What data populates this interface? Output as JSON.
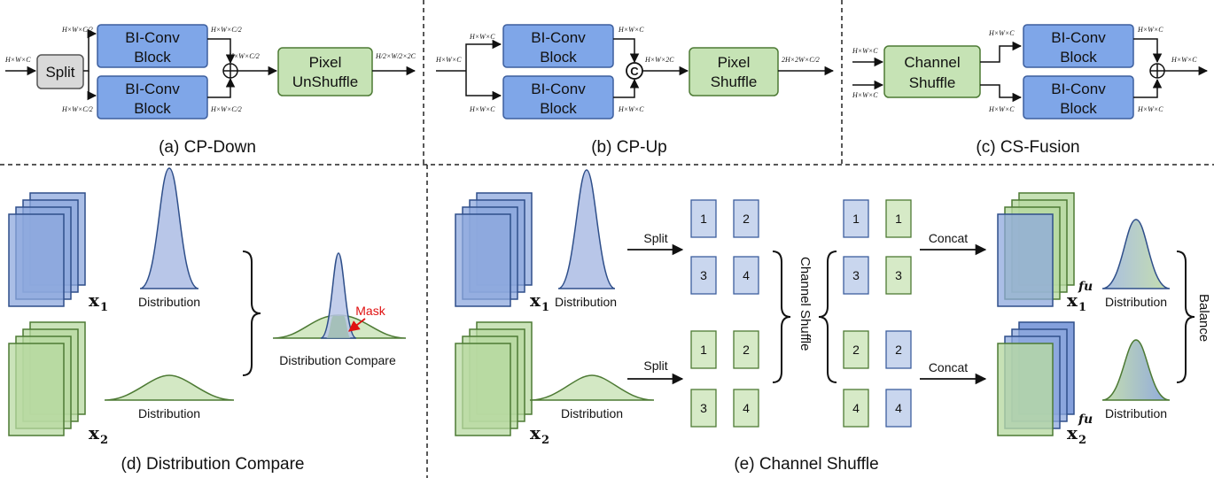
{
  "panels": {
    "a": {
      "caption": "(a) CP-Down",
      "split": "Split",
      "conv_top": [
        "BI-Conv",
        "Block"
      ],
      "conv_bot": [
        "BI-Conv",
        "Block"
      ],
      "out_block": [
        "Pixel",
        "UnShuffle"
      ],
      "dims": {
        "input": "H×W×C",
        "top_in": "H×W×C/2",
        "bot_in": "H×W×C/2",
        "top_out": "H×W×C/2",
        "bot_out": "H×W×C/2",
        "sum": "H×W×C/2",
        "output": "H/2×W/2×2C"
      }
    },
    "b": {
      "caption": "(b) CP-Up",
      "conv_top": [
        "BI-Conv",
        "Block"
      ],
      "conv_bot": [
        "BI-Conv",
        "Block"
      ],
      "concat": "C",
      "out_block": [
        "Pixel",
        "Shuffle"
      ],
      "dims": {
        "input": "H×W×C",
        "top_in": "H×W×C",
        "bot_in": "H×W×C",
        "top_out": "H×W×C",
        "bot_out": "H×W×C",
        "cat": "H×W×2C",
        "output": "2H×2W×C/2"
      }
    },
    "c": {
      "caption": "(c) CS-Fusion",
      "in_block": [
        "Channel",
        "Shuffle"
      ],
      "conv_top": [
        "BI-Conv",
        "Block"
      ],
      "conv_bot": [
        "BI-Conv",
        "Block"
      ],
      "dims": {
        "in1": "H×W×C",
        "in2": "H×W×C",
        "top_in": "H×W×C",
        "bot_in": "H×W×C",
        "top_out": "H×W×C",
        "bot_out": "H×W×C",
        "output": "H×W×C"
      }
    },
    "d": {
      "caption": "(d) Distribution Compare",
      "x1": "x",
      "x1_sub": "1",
      "x2": "x",
      "x2_sub": "2",
      "dist_top": "Distribution",
      "dist_bot": "Distribution",
      "compare": "Distribution Compare",
      "mask": "Mask"
    },
    "e": {
      "caption": "(e) Channel Shuffle",
      "x1": "x",
      "x1_sub": "1",
      "x2": "x",
      "x2_sub": "2",
      "dist1": "Distribution",
      "dist2": "Distribution",
      "split_top": "Split",
      "split_bot": "Split",
      "top_nums": [
        "1",
        "2",
        "3",
        "4"
      ],
      "bot_nums": [
        "1",
        "2",
        "3",
        "4"
      ],
      "shuffled_top": [
        "1",
        "1",
        "3",
        "3"
      ],
      "shuffled_bot": [
        "2",
        "2",
        "4",
        "4"
      ],
      "channel_shuffle": "Channel Shuffle",
      "concat_top": "Concat",
      "concat_bot": "Concat",
      "fu1": "x",
      "fu1_sub": "1",
      "fu1_sup": "fu",
      "fu2": "x",
      "fu2_sub": "2",
      "fu2_sup": "fu",
      "dist_fu1": "Distribution",
      "dist_fu2": "Distribution",
      "balance": "Balance"
    }
  },
  "colors": {
    "blue_fill": "#7fa6e8",
    "blue_stroke": "#3d5f9e",
    "green_fill": "#c6e3b5",
    "green_stroke": "#4d7a34",
    "gray_fill": "#d9d9d9",
    "paper_blue": "#c9d6ee",
    "paper_green": "#d6eac7",
    "mask_red": "#e01010"
  }
}
